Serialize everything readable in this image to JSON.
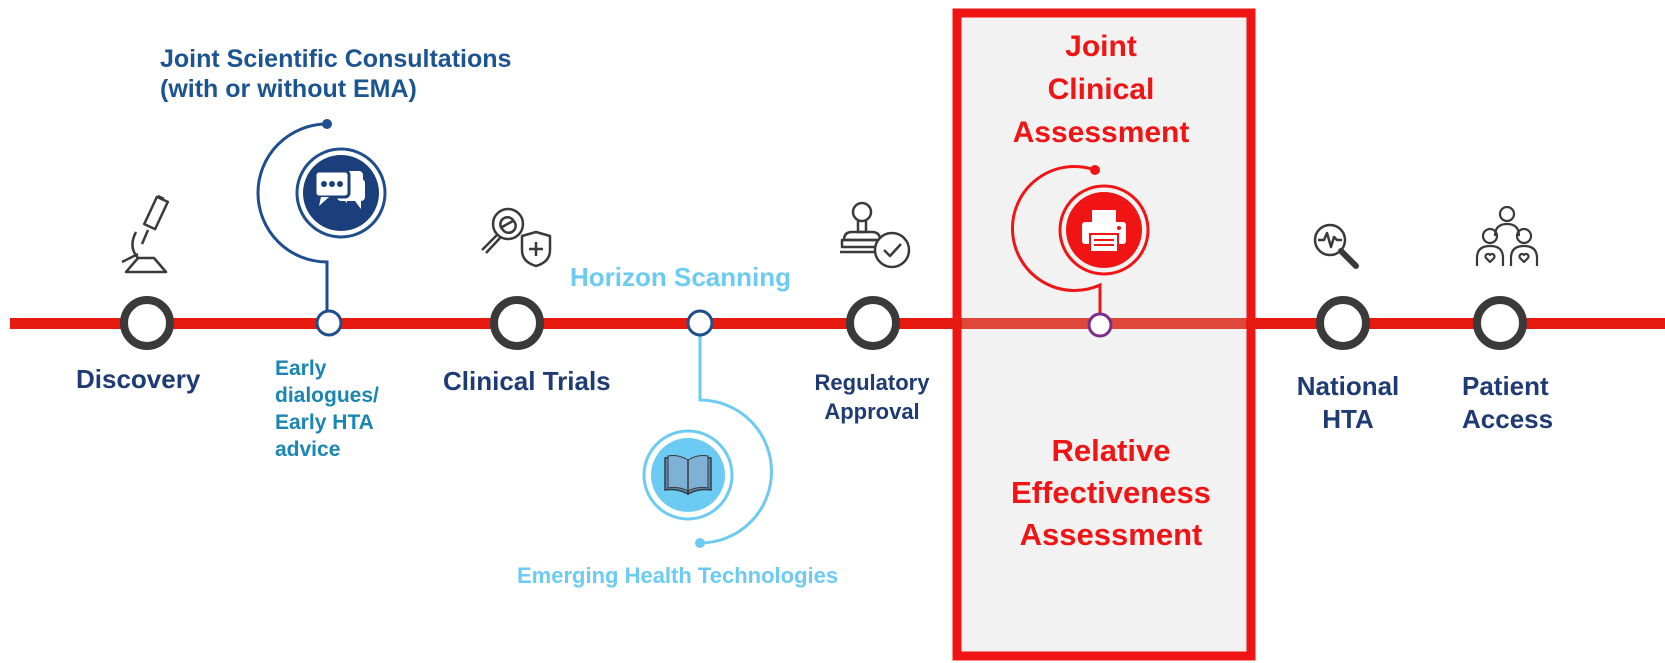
{
  "colors": {
    "timeline": "#e8190f",
    "navy": "#1f3b73",
    "blue": "#1b5490",
    "teal": "#1a86b3",
    "sky": "#6ccbf2",
    "highlight_red": "#f01414",
    "highlight_bg": "#f2f2f2"
  },
  "stages": {
    "discovery": "Discovery",
    "early_dialogues": [
      "Early",
      "dialogues/",
      "Early HTA",
      "advice"
    ],
    "clinical_trials": "Clinical Trials",
    "regulatory_approval": [
      "Regulatory",
      "Approval"
    ],
    "national_hta": [
      "National",
      "HTA"
    ],
    "patient_access": [
      "Patient",
      "Access"
    ]
  },
  "callouts": {
    "joint_scientific_consultations": [
      "Joint Scientific Consultations",
      "(with or without EMA)"
    ],
    "horizon_scanning": "Horizon Scanning",
    "emerging_health_technologies": "Emerging Health Technologies"
  },
  "highlight": {
    "top_title": [
      "Joint",
      "Clinical",
      "Assessment"
    ],
    "bottom_title": [
      "Relative",
      "Effectiveness",
      "Assessment"
    ]
  },
  "icons": {
    "discovery": "microscope-icon",
    "consultation": "chat-bubbles-icon",
    "clinical_trials": "magnifier-pill-shield-icon",
    "regulatory_approval": "stamp-check-icon",
    "horizon_scanning": "open-book-icon",
    "joint_clinical_assessment": "printer-icon",
    "national_hta": "magnifier-pulse-icon",
    "patient_access": "patients-heart-icon"
  }
}
